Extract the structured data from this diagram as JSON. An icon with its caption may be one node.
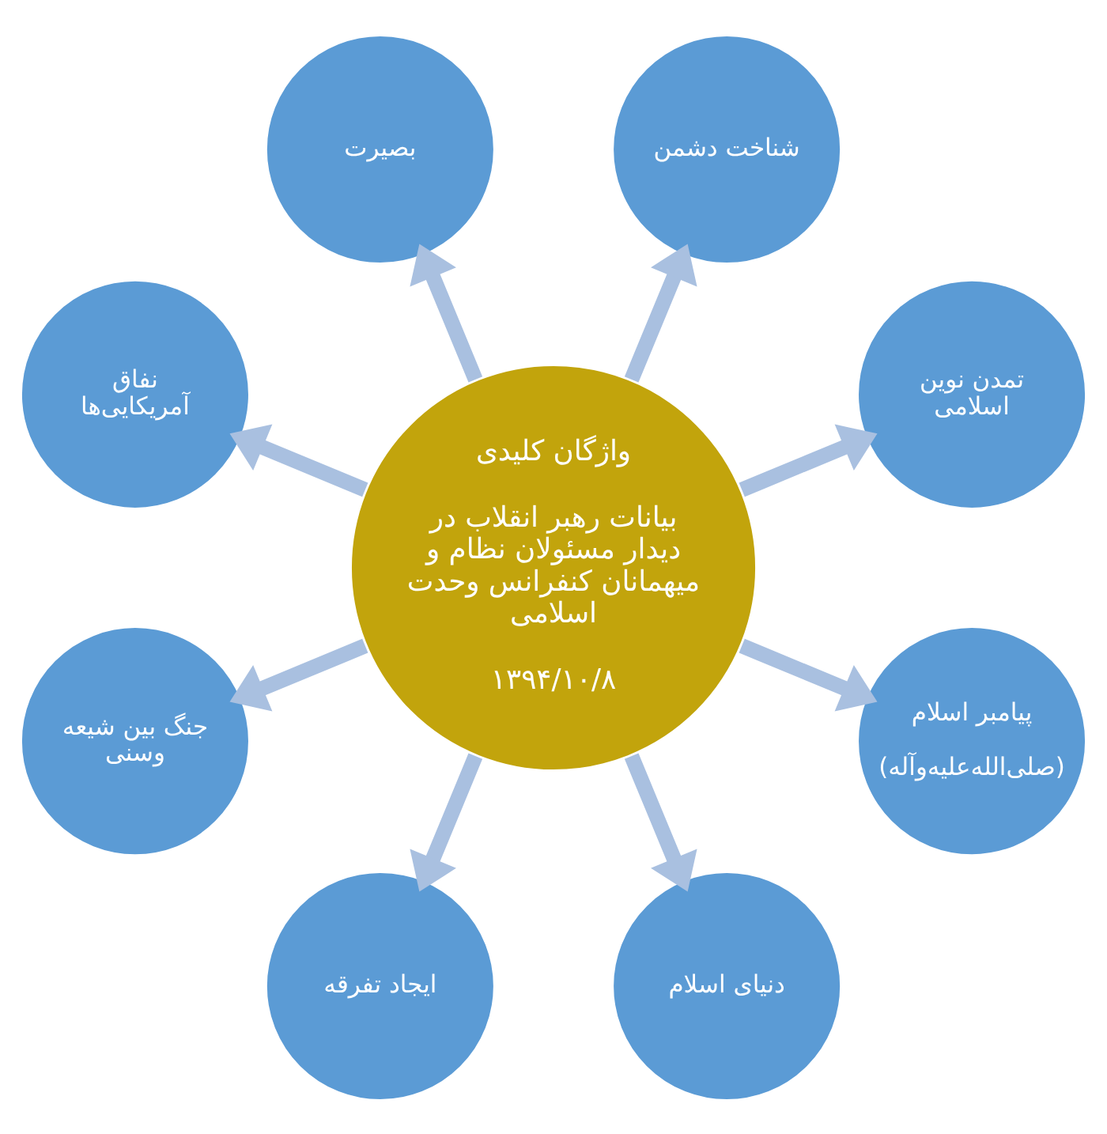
{
  "diagram": {
    "nodes": [
      {
        "text": [
          "واژگان کلیدی",
          "بیانات رهبر انقلاب در دیدار مسئولان نظام و میهمانان کنفرانس وحدت اسلامی",
          "۱۳۹۴/۱۰/۸"
        ]
      },
      {
        "text": [
          "تمدن نوین اسلامی"
        ]
      },
      {
        "text": [
          "شناخت دشمن"
        ]
      },
      {
        "text": [
          "بصیرت"
        ]
      },
      {
        "text": [
          "نفاق آمریکایی‌ها"
        ]
      },
      {
        "text": [
          "جنگ بین شیعه وسنی"
        ]
      },
      {
        "text": [
          "ایجاد تفرقه"
        ]
      },
      {
        "text": [
          "دنیای اسلام"
        ]
      },
      {
        "text": [
          "پیامبر اسلام",
          "(صلی‌الله‌علیه‌وآله)"
        ]
      }
    ],
    "edges": [
      {
        "from": 0,
        "to": 1,
        "arrow": "to"
      },
      {
        "from": 0,
        "to": 2,
        "arrow": "to"
      },
      {
        "from": 0,
        "to": 3,
        "arrow": "to"
      },
      {
        "from": 0,
        "to": 4,
        "arrow": "to"
      },
      {
        "from": 0,
        "to": 5,
        "arrow": "to"
      },
      {
        "from": 0,
        "to": 6,
        "arrow": "to"
      },
      {
        "from": 0,
        "to": 7,
        "arrow": "to"
      },
      {
        "from": 0,
        "to": 8,
        "arrow": "to"
      }
    ]
  }
}
